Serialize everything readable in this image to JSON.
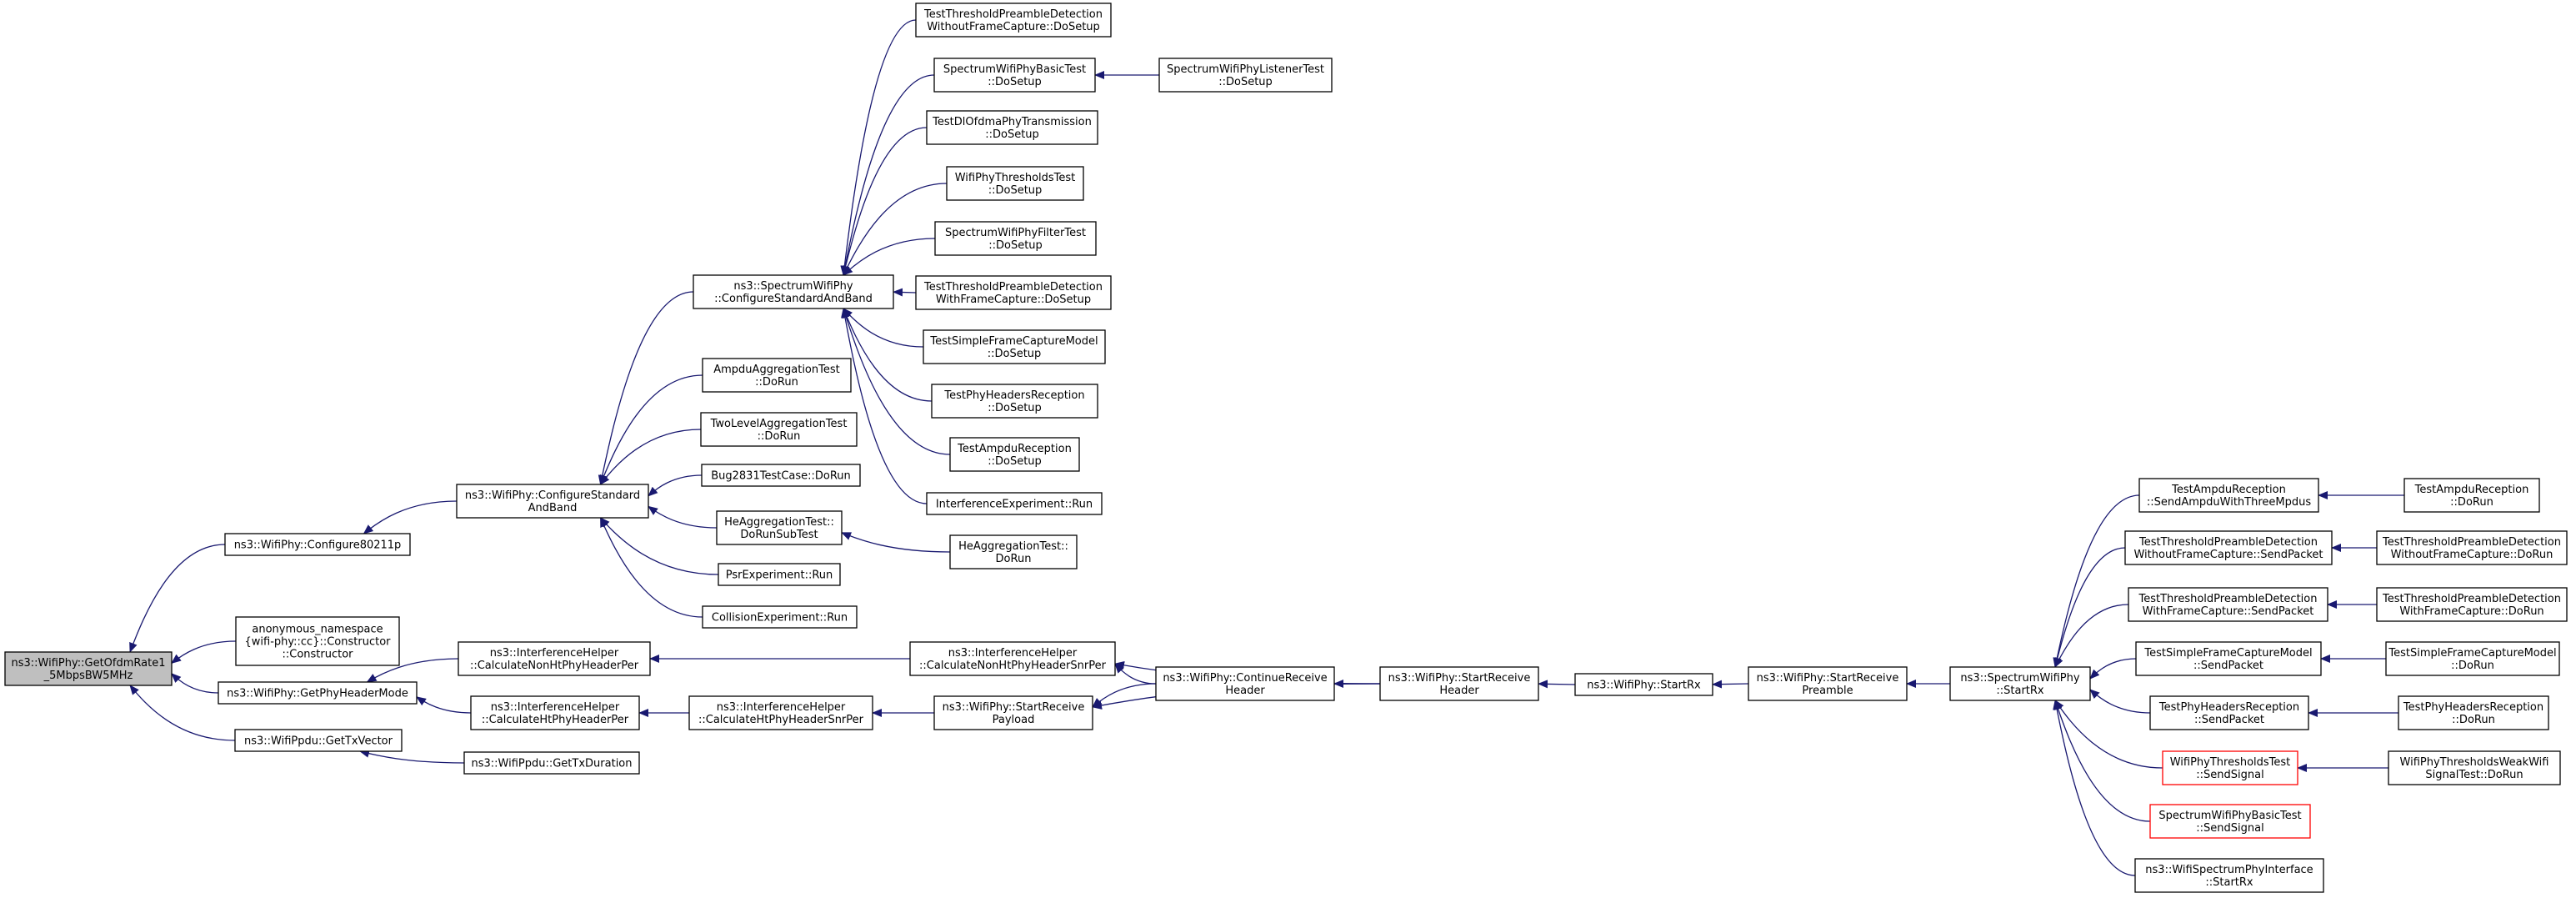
{
  "colors": {
    "edge": "#191970",
    "root_fill": "#bfbfbf",
    "node_fill": "#ffffff",
    "node_border": "#000000",
    "highlight_border": "#ff0000"
  },
  "nodes": {
    "root": [
      "ns3::WifiPhy::GetOfdmRate1",
      "_5MbpsBW5MHz"
    ],
    "configure80211p": [
      "ns3::WifiPhy::Configure80211p"
    ],
    "anon_ctor": [
      "anonymous_namespace",
      "{wifi-phy::cc}::Constructor",
      "::Constructor"
    ],
    "get_phy_header_mode": [
      "ns3::WifiPhy::GetPhyHeaderMode"
    ],
    "ppdu_get_tx_vector": [
      "ns3::WifiPpdu::GetTxVector"
    ],
    "configure_standard_and_band": [
      "ns3::WifiPhy::ConfigureStandard",
      "AndBand"
    ],
    "calc_nonht_header_per": [
      "ns3::InterferenceHelper",
      "::CalculateNonHtPhyHeaderPer"
    ],
    "calc_ht_header_per": [
      "ns3::InterferenceHelper",
      "::CalculateHtPhyHeaderPer"
    ],
    "ppdu_get_tx_duration": [
      "ns3::WifiPpdu::GetTxDuration"
    ],
    "spectrum_configure": [
      "ns3::SpectrumWifiPhy",
      "::ConfigureStandardAndBand"
    ],
    "ampdu_aggregation_test": [
      "AmpduAggregationTest",
      "::DoRun"
    ],
    "two_level_aggregation_test": [
      "TwoLevelAggregationTest",
      "::DoRun"
    ],
    "bug2831": [
      "Bug2831TestCase::DoRun"
    ],
    "he_aggregation_subtest": [
      "HeAggregationTest::",
      "DoRunSubTest"
    ],
    "psr_experiment": [
      "PsrExperiment::Run"
    ],
    "collision_experiment": [
      "CollisionExperiment::Run"
    ],
    "he_aggregation_dorun": [
      "HeAggregationTest::",
      "DoRun"
    ],
    "threshold_wo_capture_setup": [
      "TestThresholdPreambleDetection",
      "WithoutFrameCapture::DoSetup"
    ],
    "spectrum_basic_setup": [
      "SpectrumWifiPhyBasicTest",
      "::DoSetup"
    ],
    "spectrum_listener_setup": [
      "SpectrumWifiPhyListenerTest",
      "::DoSetup"
    ],
    "dl_ofdma_setup": [
      "TestDlOfdmaPhyTransmission",
      "::DoSetup"
    ],
    "thresholds_setup": [
      "WifiPhyThresholdsTest",
      "::DoSetup"
    ],
    "filter_setup": [
      "SpectrumWifiPhyFilterTest",
      "::DoSetup"
    ],
    "threshold_with_capture_setup": [
      "TestThresholdPreambleDetection",
      "WithFrameCapture::DoSetup"
    ],
    "simple_capture_setup": [
      "TestSimpleFrameCaptureModel",
      "::DoSetup"
    ],
    "headers_reception_setup": [
      "TestPhyHeadersReception",
      "::DoSetup"
    ],
    "ampdu_reception_setup": [
      "TestAmpduReception",
      "::DoSetup"
    ],
    "interference_experiment": [
      "InterferenceExperiment::Run"
    ],
    "calc_nonht_snr_per": [
      "ns3::InterferenceHelper",
      "::CalculateNonHtPhyHeaderSnrPer"
    ],
    "calc_ht_snr_per": [
      "ns3::InterferenceHelper",
      "::CalculateHtPhyHeaderSnrPer"
    ],
    "start_receive_payload": [
      "ns3::WifiPhy::StartReceive",
      "Payload"
    ],
    "continue_receive_header": [
      "ns3::WifiPhy::ContinueReceive",
      "Header"
    ],
    "start_receive_header": [
      "ns3::WifiPhy::StartReceive",
      "Header"
    ],
    "start_rx": [
      "ns3::WifiPhy::StartRx"
    ],
    "start_receive_preamble": [
      "ns3::WifiPhy::StartReceive",
      "Preamble"
    ],
    "spectrum_start_rx": [
      "ns3::SpectrumWifiPhy",
      "::StartRx"
    ],
    "send_ampdu_three": [
      "TestAmpduReception",
      "::SendAmpduWithThreeMpdus"
    ],
    "ampdu_reception_dorun": [
      "TestAmpduReception",
      "::DoRun"
    ],
    "threshold_wo_capture_send": [
      "TestThresholdPreambleDetection",
      "WithoutFrameCapture::SendPacket"
    ],
    "threshold_wo_capture_dorun": [
      "TestThresholdPreambleDetection",
      "WithoutFrameCapture::DoRun"
    ],
    "threshold_with_capture_send": [
      "TestThresholdPreambleDetection",
      "WithFrameCapture::SendPacket"
    ],
    "threshold_with_capture_dorun": [
      "TestThresholdPreambleDetection",
      "WithFrameCapture::DoRun"
    ],
    "simple_capture_send": [
      "TestSimpleFrameCaptureModel",
      "::SendPacket"
    ],
    "simple_capture_dorun": [
      "TestSimpleFrameCaptureModel",
      "::DoRun"
    ],
    "headers_reception_send": [
      "TestPhyHeadersReception",
      "::SendPacket"
    ],
    "headers_reception_dorun": [
      "TestPhyHeadersReception",
      "::DoRun"
    ],
    "thresholds_send_signal": [
      "WifiPhyThresholdsTest",
      "::SendSignal"
    ],
    "thresholds_weak_dorun": [
      "WifiPhyThresholdsWeakWifi",
      "SignalTest::DoRun"
    ],
    "spectrum_basic_send_signal": [
      "SpectrumWifiPhyBasicTest",
      "::SendSignal"
    ],
    "spectrum_interface_start_rx": [
      "ns3::WifiSpectrumPhyInterface",
      "::StartRx"
    ]
  }
}
